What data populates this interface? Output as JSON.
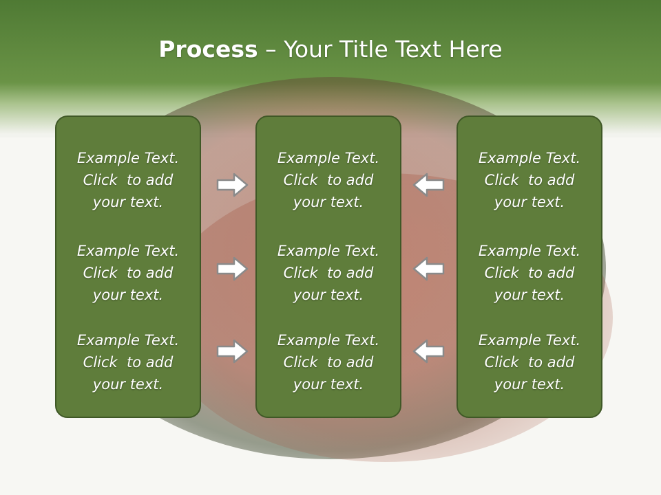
{
  "title": {
    "bold": "Process",
    "dash": " – ",
    "rest": "Your Title Text Here"
  },
  "columns": [
    {
      "items": [
        {
          "l1": "Example Text.",
          "l2": "Click  to add",
          "l3": "your text."
        },
        {
          "l1": "Example Text.",
          "l2": "Click  to add",
          "l3": "your text."
        },
        {
          "l1": "Example Text.",
          "l2": "Click  to add",
          "l3": "your text."
        }
      ]
    },
    {
      "items": [
        {
          "l1": "Example Text.",
          "l2": "Click  to add",
          "l3": "your text."
        },
        {
          "l1": "Example Text.",
          "l2": "Click  to add",
          "l3": "your text."
        },
        {
          "l1": "Example Text.",
          "l2": "Click  to add",
          "l3": "your text."
        }
      ]
    },
    {
      "items": [
        {
          "l1": "Example Text.",
          "l2": "Click  to add",
          "l3": "your text."
        },
        {
          "l1": "Example Text.",
          "l2": "Click  to add",
          "l3": "your text."
        },
        {
          "l1": "Example Text.",
          "l2": "Click  to add",
          "l3": "your text."
        }
      ]
    }
  ],
  "arrows": {
    "left_group": "arrow-right-icon",
    "right_group": "arrow-left-icon"
  },
  "colors": {
    "header": "#5f8a3f",
    "box": "#5f7d3b",
    "box_border": "#3f5826",
    "text": "#ffffff"
  }
}
